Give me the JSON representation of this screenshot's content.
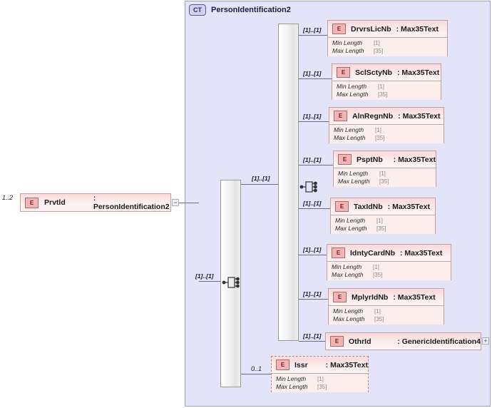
{
  "diagram": {
    "type": "xsd-schema-diagram",
    "container": {
      "badge": "CT",
      "title": "PersonIdentification2"
    },
    "root_element": {
      "badge": "E",
      "name": "Prvtld",
      "type": ": PersonIdentification2",
      "cardinality": "1..2",
      "expander": "−"
    },
    "compositors": [
      {
        "name": "outer-sequence",
        "cardinality": "[1]..[1]"
      },
      {
        "name": "inner-sequence",
        "cardinality": "[1]..[1]"
      }
    ],
    "facet_labels": {
      "min_length": "Min Length",
      "max_length": "Max Length"
    },
    "children": [
      {
        "badge": "E",
        "name": "DrvrsLicNb",
        "type": ": Max35Text",
        "cardinality": "[1]..[1]",
        "min_length": "[1]",
        "max_length": "[35]",
        "optional": false,
        "expandable": false
      },
      {
        "badge": "E",
        "name": "SclSctyNb",
        "type": ": Max35Text",
        "cardinality": "[1]..[1]",
        "min_length": "[1]",
        "max_length": "[35]",
        "optional": false,
        "expandable": false
      },
      {
        "badge": "E",
        "name": "AlnRegnNb",
        "type": ": Max35Text",
        "cardinality": "[1]..[1]",
        "min_length": "[1]",
        "max_length": "[35]",
        "optional": false,
        "expandable": false
      },
      {
        "badge": "E",
        "name": "PsptNb",
        "type": ": Max35Text",
        "cardinality": "[1]..[1]",
        "min_length": "[1]",
        "max_length": "[35]",
        "optional": false,
        "expandable": false
      },
      {
        "badge": "E",
        "name": "TaxIdNb",
        "type": ": Max35Text",
        "cardinality": "[1]..[1]",
        "min_length": "[1]",
        "max_length": "[35]",
        "optional": false,
        "expandable": false
      },
      {
        "badge": "E",
        "name": "IdntyCardNb",
        "type": ": Max35Text",
        "cardinality": "[1]..[1]",
        "min_length": "[1]",
        "max_length": "[35]",
        "optional": false,
        "expandable": false
      },
      {
        "badge": "E",
        "name": "MplyrIdNb",
        "type": ": Max35Text",
        "cardinality": "[1]..[1]",
        "min_length": "[1]",
        "max_length": "[35]",
        "optional": false,
        "expandable": false
      },
      {
        "badge": "E",
        "name": "OthrId",
        "type": ": GenericIdentification4",
        "cardinality": "[1]..[1]",
        "min_length": null,
        "max_length": null,
        "optional": false,
        "expandable": true,
        "expander": "+"
      }
    ],
    "issuer": {
      "badge": "E",
      "name": "Issr",
      "type": ": Max35Text",
      "cardinality": "0..1",
      "min_length": "[1]",
      "max_length": "[35]",
      "optional": true,
      "expandable": false
    },
    "colors": {
      "container_bg": "#e4e4f8",
      "container_border": "#9c9ccd",
      "element_bg": "#fdeeee",
      "element_border": "#c4a0a0",
      "badge_bg": "#f2b5b5",
      "line": "#6b6b8f",
      "facet_value": "#8a8a8a"
    }
  }
}
